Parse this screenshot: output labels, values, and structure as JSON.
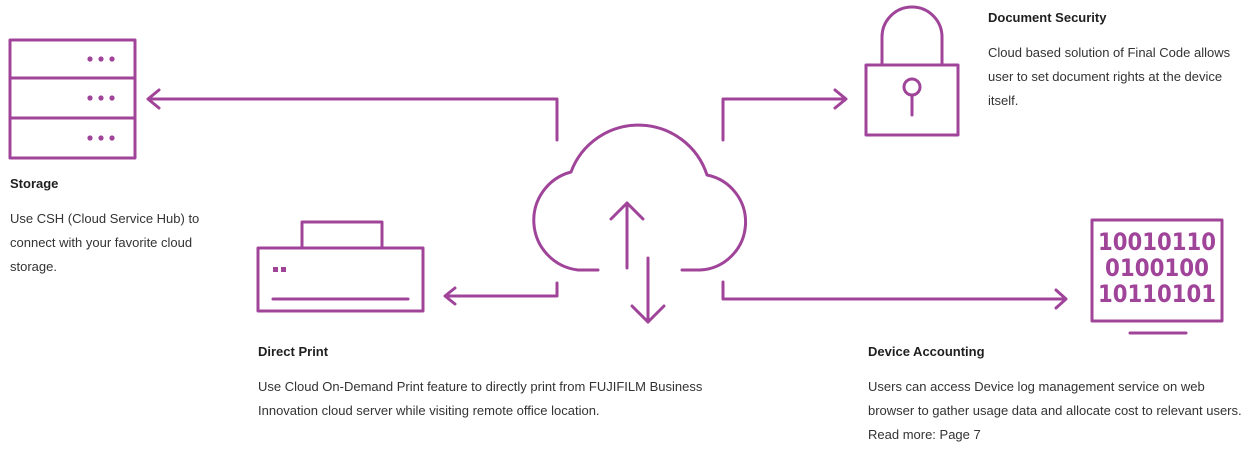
{
  "colors": {
    "accent": "#a0449a",
    "text": "#222222"
  },
  "icons": {
    "storage": "server-stack-icon",
    "security": "padlock-icon",
    "print": "printer-icon",
    "cloud": "cloud-upload-download-icon",
    "accounting": "binary-monitor-icon"
  },
  "storage": {
    "title": "Storage",
    "desc": "Use CSH (Cloud Service Hub) to connect with your favorite cloud storage."
  },
  "security": {
    "title": "Document Security",
    "desc": "Cloud based solution of Final Code allows user to set document rights at the device itself."
  },
  "print": {
    "title": "Direct Print",
    "desc": "Use Cloud On-Demand Print feature to directly print from FUJIFILM Business Innovation cloud server while visiting remote office location."
  },
  "accounting": {
    "title": "Device Accounting",
    "desc": "Users can access Device log management service on web browser to gather usage data and allocate cost to relevant users. Read more: Page 7",
    "binary_lines": [
      "10010110",
      "0100100",
      "10110101"
    ]
  }
}
